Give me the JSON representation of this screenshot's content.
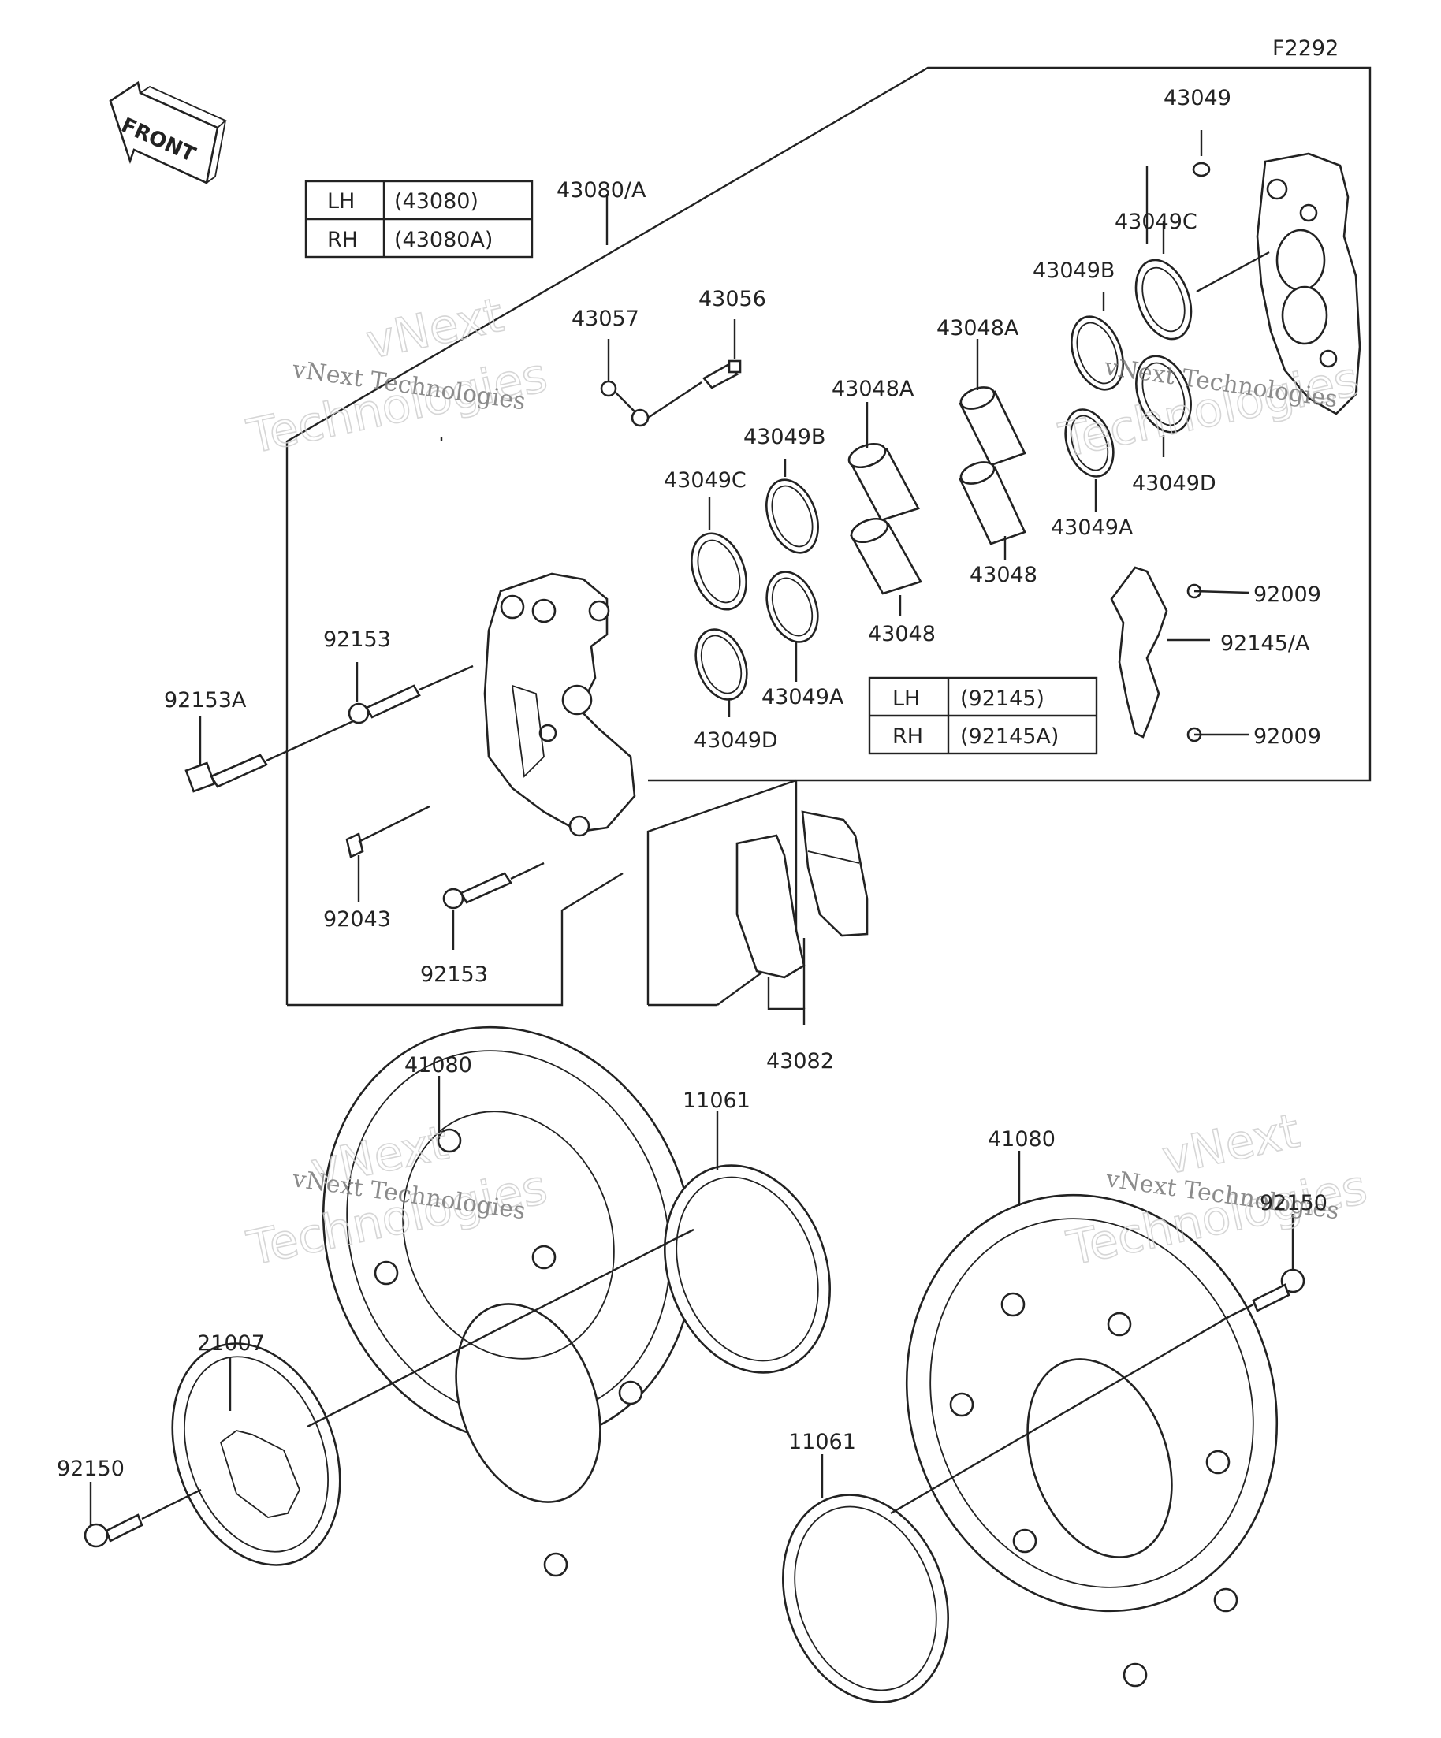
{
  "figure_code": "F2292",
  "front_label": "FRONT",
  "watermark": {
    "line1": "vNext Technologies",
    "line2a": "vNext",
    "line2b": "Technologies"
  },
  "table1": {
    "rows": [
      {
        "side": "LH",
        "part": "(43080)"
      },
      {
        "side": "RH",
        "part": "(43080A)"
      }
    ]
  },
  "table2": {
    "rows": [
      {
        "side": "LH",
        "part": "(92145)"
      },
      {
        "side": "RH",
        "part": "(92145A)"
      }
    ]
  },
  "callouts": {
    "c43049": "43049",
    "c43049C_r": "43049C",
    "c43080A": "43080/A",
    "c43049B_r": "43049B",
    "c43048A_r": "43048A",
    "c43057": "43057",
    "c43056": "43056",
    "c43048A_l": "43048A",
    "c43049B_l": "43049B",
    "c43049D_r": "43049D",
    "c43049C_l": "43049C",
    "c43049A_r": "43049A",
    "c43048_r": "43048",
    "c92009_a": "92009",
    "c92153_t": "92153",
    "c92145A": "92145/A",
    "c43048_l": "43048",
    "c92153A": "92153A",
    "c43049A_l": "43049A",
    "c43049D_l": "43049D",
    "c92009_b": "92009",
    "c92043": "92043",
    "c92153_b": "92153",
    "c43082": "43082",
    "c41080_l": "41080",
    "c11061_t": "11061",
    "c41080_r": "41080",
    "c92150_r": "92150",
    "c21007": "21007",
    "c92150_l": "92150",
    "c11061_b": "11061"
  }
}
